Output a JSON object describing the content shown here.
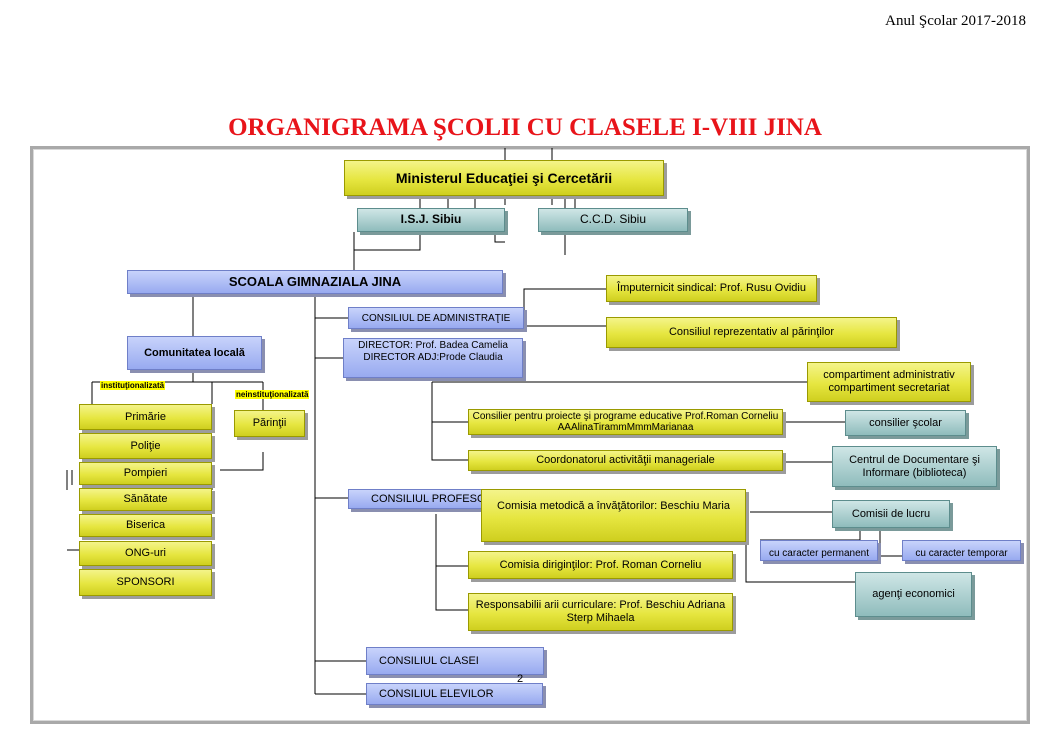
{
  "header": {
    "year": "Anul Şcolar 2017-2018"
  },
  "title": "ORGANIGRAMA ŞCOLII CU CLASELE I-VIII JINA",
  "nodes": {
    "minister": "Ministerul Educaţiei şi Cercetării",
    "isj": "I.S.J. Sibiu",
    "ccd": "C.C.D. Sibiu",
    "school": "SCOALA GIMNAZIALA   JINA",
    "union_rep": "Împuternicit sindical: Prof. Rusu Ovidiu",
    "admin_council": "CONSILIUL DE ADMINISTRAŢIE",
    "parents_council": "Consiliul reprezentativ al părinţilor",
    "director": "DIRECTOR: Prof. Badea Camelia DIRECTOR ADJ:Prode Claudia",
    "community": "Comunitatea locală",
    "institutionalized": "instituţionalizată",
    "non_institutionalized": "neinstituţionalizată",
    "parents": "Părinţii",
    "community_items": [
      "Primărie",
      "Poliţie",
      "Pompieri",
      "Sănătate",
      "Biserica",
      "ONG-uri",
      "SPONSORI"
    ],
    "admin_compartment": "compartiment administrativ compartiment secretariat",
    "educ_counselor": "Consilier pentru proiecte şi programe educative  Prof.Roman Corneliu  AAAlinaTirammMmmMarianaa",
    "school_counselor": "consilier şcolar",
    "manager_coord": "Coordonatorul activităţii manageriale",
    "doc_center": "Centrul de Documentare şi Informare (biblioteca)",
    "teachers_council": "CONSILIUL PROFESORAL",
    "teachers_method": "Comisia metodică a învăţătorilor: Beschiu Maria",
    "work_commissions": "Comisii de lucru",
    "permanent": "cu caracter permanent",
    "temporary": "cu caracter temporar",
    "form_masters": "Comisia diriginţilor: Prof. Roman Corneliu",
    "curricular": "Responsabilii arii curriculare: Prof. Beschiu Adriana Sterp Mihaela",
    "economic_agents": "agenţi economici",
    "class_council": "CONSILIUL CLASEI",
    "student_council": "CONSILIUL ELEVILOR",
    "page_number": "2"
  },
  "colors": {
    "title": "#e8141a",
    "yellow_box": "#e6e640",
    "blue_box": "#98aaf0",
    "teal_box": "#8fbcbc"
  }
}
